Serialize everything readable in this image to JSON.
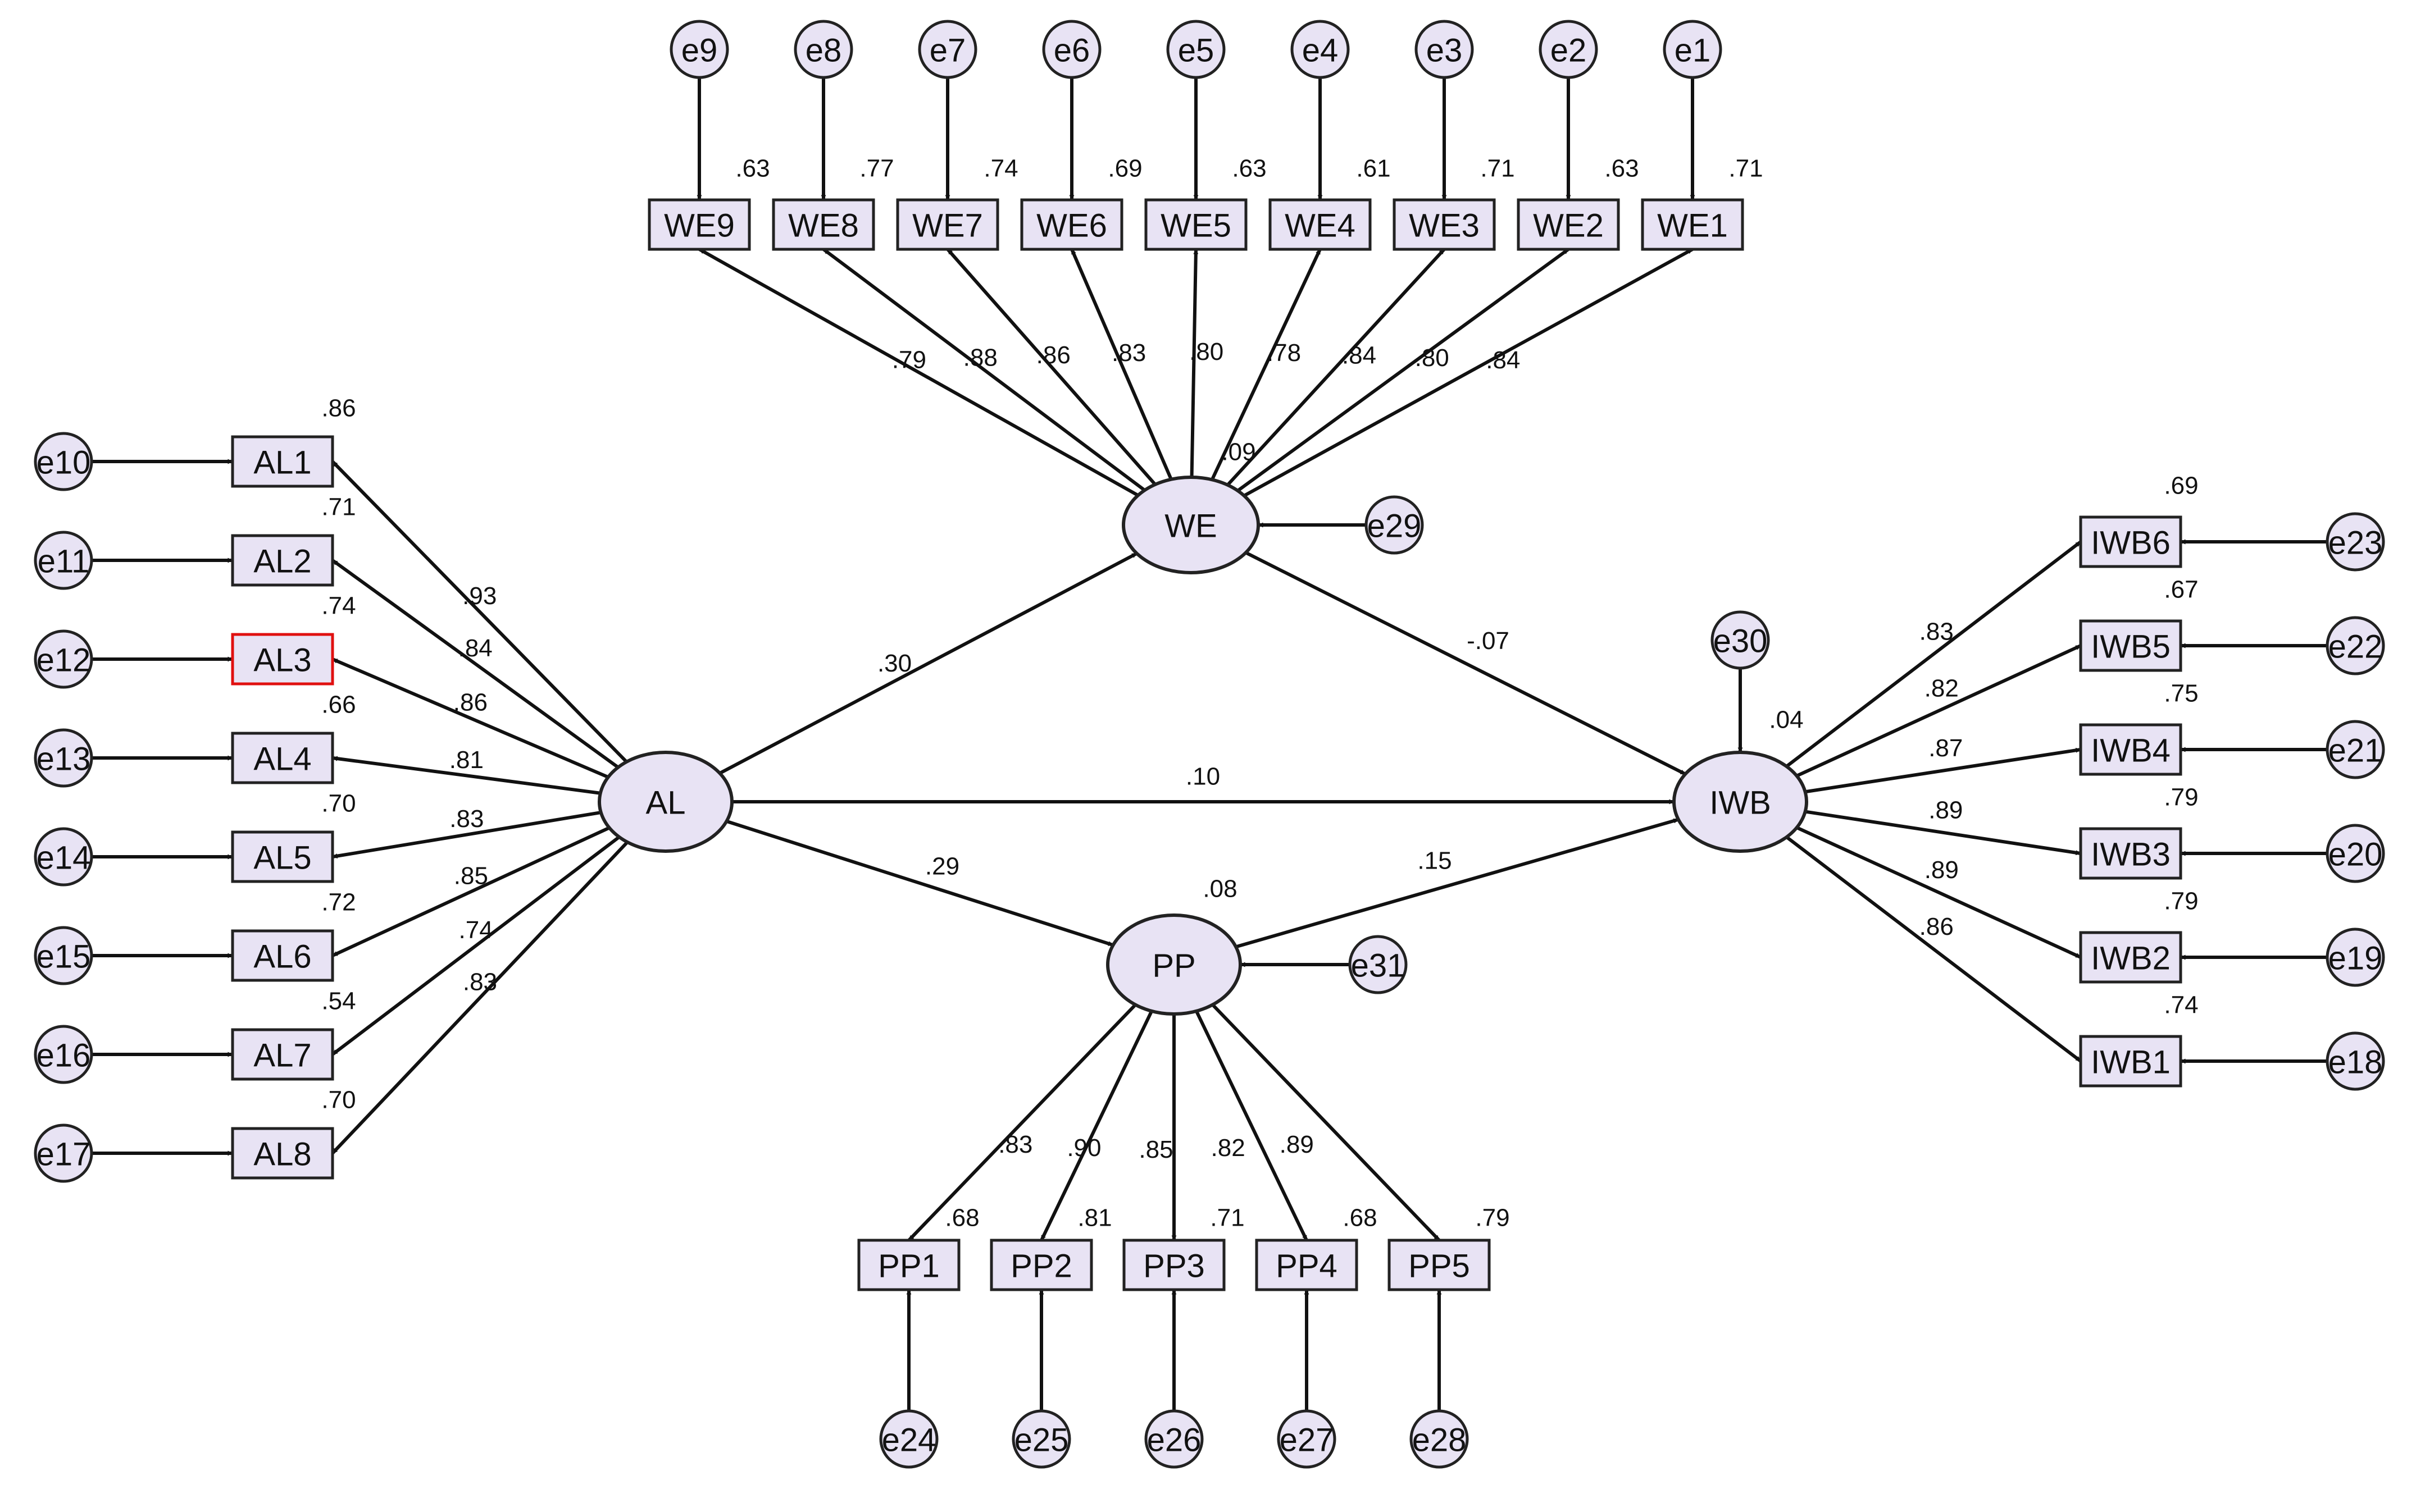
{
  "colors": {
    "node_fill": "#e8e3f4",
    "stroke": "#222222",
    "highlight": "#e01010",
    "background": "#ffffff"
  },
  "latents": {
    "WE": {
      "label": "WE",
      "r2": ".09"
    },
    "AL": {
      "label": "AL",
      "r2": ""
    },
    "PP": {
      "label": "PP",
      "r2": ".08"
    },
    "IWB": {
      "label": "IWB",
      "r2": ".04"
    }
  },
  "disturbances": {
    "WE": "e29",
    "PP": "e31",
    "IWB": "e30"
  },
  "indicators": {
    "WE": [
      {
        "label": "WE9",
        "error": "e9",
        "loading": ".79",
        "r2": ".63"
      },
      {
        "label": "WE8",
        "error": "e8",
        "loading": ".88",
        "r2": ".77"
      },
      {
        "label": "WE7",
        "error": "e7",
        "loading": ".86",
        "r2": ".74"
      },
      {
        "label": "WE6",
        "error": "e6",
        "loading": ".83",
        "r2": ".69"
      },
      {
        "label": "WE5",
        "error": "e5",
        "loading": ".80",
        "r2": ".63"
      },
      {
        "label": "WE4",
        "error": "e4",
        "loading": ".78",
        "r2": ".61"
      },
      {
        "label": "WE3",
        "error": "e3",
        "loading": ".84",
        "r2": ".71"
      },
      {
        "label": "WE2",
        "error": "e2",
        "loading": ".80",
        "r2": ".63"
      },
      {
        "label": "WE1",
        "error": "e1",
        "loading": ".84",
        "r2": ".71"
      }
    ],
    "AL": [
      {
        "label": "AL1",
        "error": "e10",
        "loading": ".93",
        "r2": ".86"
      },
      {
        "label": "AL2",
        "error": "e11",
        "loading": ".84",
        "r2": ".71"
      },
      {
        "label": "AL3",
        "error": "e12",
        "loading": ".86",
        "r2": ".74",
        "highlight": true
      },
      {
        "label": "AL4",
        "error": "e13",
        "loading": ".81",
        "r2": ".66"
      },
      {
        "label": "AL5",
        "error": "e14",
        "loading": ".83",
        "r2": ".70"
      },
      {
        "label": "AL6",
        "error": "e15",
        "loading": ".85",
        "r2": ".72"
      },
      {
        "label": "AL7",
        "error": "e16",
        "loading": ".74",
        "r2": ".54"
      },
      {
        "label": "AL8",
        "error": "e17",
        "loading": ".83",
        "r2": ".70"
      }
    ],
    "PP": [
      {
        "label": "PP1",
        "error": "e24",
        "loading": ".83",
        "r2": ".68"
      },
      {
        "label": "PP2",
        "error": "e25",
        "loading": ".90",
        "r2": ".81"
      },
      {
        "label": "PP3",
        "error": "e26",
        "loading": ".85",
        "r2": ".71"
      },
      {
        "label": "PP4",
        "error": "e27",
        "loading": ".82",
        "r2": ".68"
      },
      {
        "label": "PP5",
        "error": "e28",
        "loading": ".89",
        "r2": ".79"
      }
    ],
    "IWB": [
      {
        "label": "IWB6",
        "error": "e23",
        "loading": ".83",
        "r2": ".69"
      },
      {
        "label": "IWB5",
        "error": "e22",
        "loading": ".82",
        "r2": ".67"
      },
      {
        "label": "IWB4",
        "error": "e21",
        "loading": ".87",
        "r2": ".75"
      },
      {
        "label": "IWB3",
        "error": "e20",
        "loading": ".89",
        "r2": ".79"
      },
      {
        "label": "IWB2",
        "error": "e19",
        "loading": ".89",
        "r2": ".79"
      },
      {
        "label": "IWB1",
        "error": "e18",
        "loading": ".86",
        "r2": ".74"
      }
    ]
  },
  "structural_paths": [
    {
      "from": "AL",
      "to": "WE",
      "coef": ".30"
    },
    {
      "from": "AL",
      "to": "PP",
      "coef": ".29"
    },
    {
      "from": "AL",
      "to": "IWB",
      "coef": ".10"
    },
    {
      "from": "WE",
      "to": "IWB",
      "coef": "-.07"
    },
    {
      "from": "PP",
      "to": "IWB",
      "coef": ".15"
    }
  ]
}
